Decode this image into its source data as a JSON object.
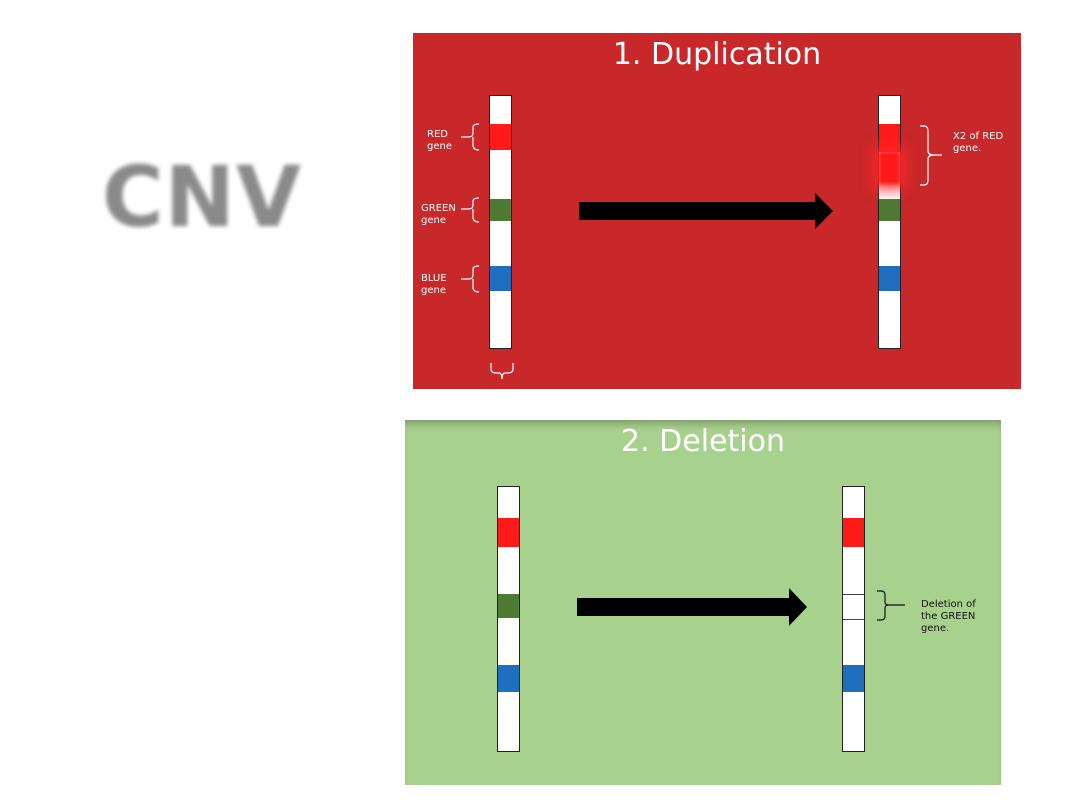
{
  "title": "CNV",
  "duplication": {
    "title": "1. Duplication",
    "labels": {
      "red": "RED\ngene",
      "green": "GREEN\ngene",
      "blue": "BLUE\ngene",
      "x2": "X2 of RED\ngene."
    }
  },
  "deletion": {
    "title": "2. Deletion",
    "labels": {
      "deleted": "Deletion of\nthe GREEN\ngene."
    }
  },
  "colors": {
    "dup_bg": "#c8282a",
    "del_bg": "#a9d18e",
    "red_gene": "#ff1a1a",
    "green_gene": "#4f7a34",
    "blue_gene": "#1f6fc0"
  }
}
